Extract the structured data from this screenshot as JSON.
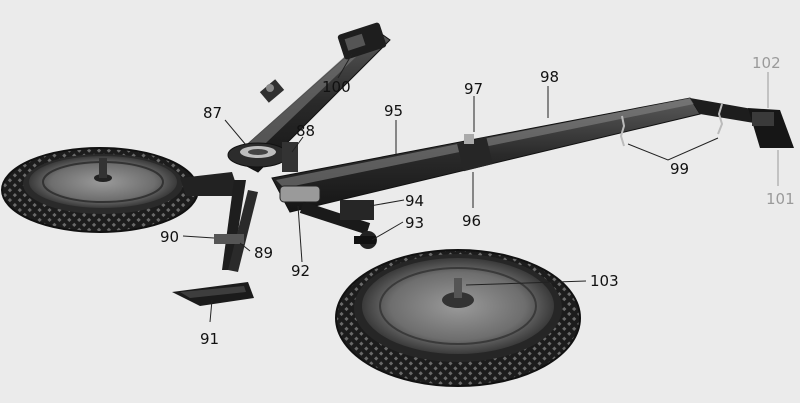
{
  "figure": {
    "callouts": [
      "87",
      "88",
      "89",
      "90",
      "91",
      "92",
      "93",
      "94",
      "95",
      "96",
      "97",
      "98",
      "99",
      "100",
      "101",
      "102",
      "103"
    ]
  }
}
